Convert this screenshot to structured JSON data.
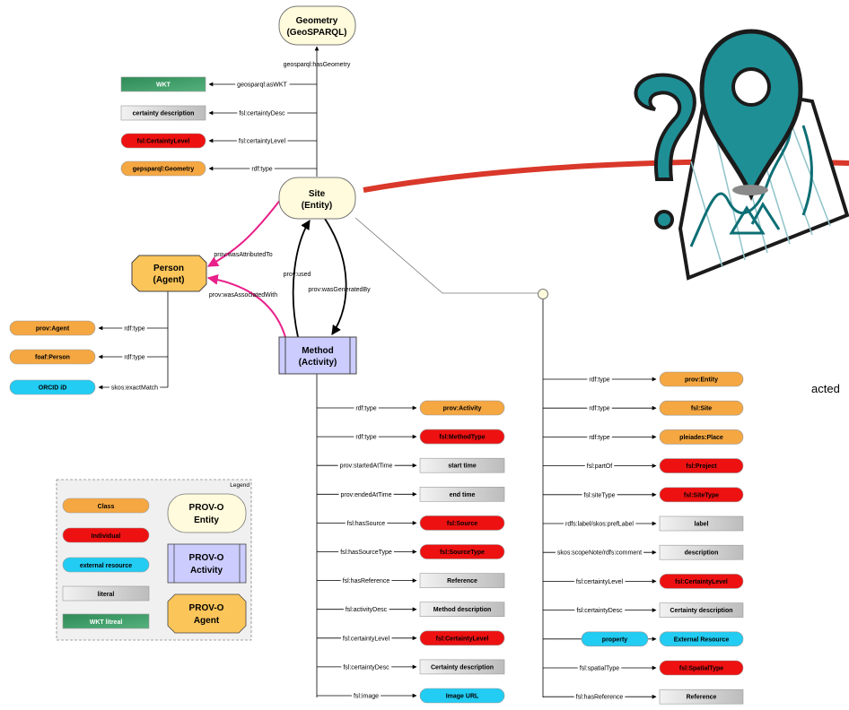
{
  "colors": {
    "class": "#f5a742",
    "individual": "#ee1111",
    "external": "#22ccf2",
    "literal": "#c8c8c8",
    "wkt": "#2e8b57",
    "entity": "#fffbdc",
    "activity": "#ccccff",
    "agent": "#fbc55a",
    "relation_pink": "#e8208a",
    "red_line": "#d9382a",
    "pin_teal": "#1f8f96"
  },
  "nodes": {
    "geometry": {
      "line1": "Geometry",
      "line2": "(GeoSPARQL)"
    },
    "site": {
      "line1": "Site",
      "line2": "(Entity)"
    },
    "person": {
      "line1": "Person",
      "line2": "(Agent)"
    },
    "method": {
      "line1": "Method",
      "line2": "(Activity)"
    }
  },
  "edges": {
    "has_geometry": "geosparql:hasGeometry",
    "as_wkt": "geosparql:asWKT",
    "certainty_desc": "fsl:certaintyDesc",
    "certainty_level": "fsl:certaintyLevel",
    "rdf_type": "rdf:type",
    "was_attributed_to": "prov:wasAttributedTo",
    "was_associated_with": "prov:wasAssociatedWith",
    "used": "prov:used",
    "was_generated_by": "prov:wasGeneratedBy",
    "exact_match": "skos:exactMatch"
  },
  "geometry_props": [
    {
      "prop": "geosparql:asWKT",
      "value": "WKT",
      "kind": "wkt"
    },
    {
      "prop": "fsl:certaintyDesc",
      "value": "certainty description",
      "kind": "literal"
    },
    {
      "prop": "fsl:certaintyLevel",
      "value": "fsl:CertaintyLevel",
      "kind": "individual"
    },
    {
      "prop": "rdf:type",
      "value": "gepsparql:Geometry",
      "kind": "class"
    }
  ],
  "person_props": [
    {
      "prop": "rdf:type",
      "value": "prov:Agent",
      "kind": "class"
    },
    {
      "prop": "rdf:type",
      "value": "foaf:Person",
      "kind": "class"
    },
    {
      "prop": "skos:exactMatch",
      "value": "ORCID iD",
      "kind": "external"
    }
  ],
  "method_props": [
    {
      "prop": "rdf:type",
      "value": "prov:Activity",
      "kind": "class"
    },
    {
      "prop": "rdf:type",
      "value": "fsl:MethodType",
      "kind": "individual"
    },
    {
      "prop": "prov:startedAtTime",
      "value": "start time",
      "kind": "literal"
    },
    {
      "prop": "prov:endedAtTime",
      "value": "end time",
      "kind": "literal"
    },
    {
      "prop": "fsl:hasSource",
      "value": "fsl:Source",
      "kind": "individual"
    },
    {
      "prop": "fsl:hasSourceType",
      "value": "fsl:SourceType",
      "kind": "individual"
    },
    {
      "prop": "fsl:hasReference",
      "value": "Reference",
      "kind": "literal"
    },
    {
      "prop": "fsl:activityDesc",
      "value": "Method description",
      "kind": "literal"
    },
    {
      "prop": "fsl:certaintyLevel",
      "value": "fsl:CertaintyLevel",
      "kind": "individual"
    },
    {
      "prop": "fsl:certaintyDesc",
      "value": "Certainty description",
      "kind": "literal"
    },
    {
      "prop": "fsl:image",
      "value": "Image URL",
      "kind": "external"
    }
  ],
  "site_props": [
    {
      "prop": "rdf:type",
      "value": "prov:Entity",
      "kind": "class"
    },
    {
      "prop": "rdf:type",
      "value": "fsl:Site",
      "kind": "class"
    },
    {
      "prop": "rdf:type",
      "value": "pleiades:Place",
      "kind": "class"
    },
    {
      "prop": "fsl:partOf",
      "value": "fsl:Project",
      "kind": "individual"
    },
    {
      "prop": "fsl:siteType",
      "value": "fsl:SiteType",
      "kind": "individual"
    },
    {
      "prop": "rdfs:label/skos:prefLabel",
      "value": "label",
      "kind": "literal"
    },
    {
      "prop": "skos:scopeNote/rdfs:comment",
      "value": "description",
      "kind": "literal"
    },
    {
      "prop": "fsl:certaintyLevel",
      "value": "fsl:CertaintyLevel",
      "kind": "individual"
    },
    {
      "prop": "fsl:certaintyDesc",
      "value": "Certainty description",
      "kind": "literal"
    },
    {
      "prop": "property",
      "value": "External Resource",
      "kind": "external"
    },
    {
      "prop": "fsl:spatialType",
      "value": "fsl:SpatialType",
      "kind": "individual"
    },
    {
      "prop": "fsl:hasReference",
      "value": "Reference",
      "kind": "literal"
    }
  ],
  "legend": {
    "title": "Legend",
    "class": "Class",
    "individual": "Individual",
    "external": "external resource",
    "literal": "literal",
    "wkt": "WKT litreal",
    "entity_1": "PROV-O",
    "entity_2": "Entity",
    "activity_1": "PROV-O",
    "activity_2": "Activity",
    "agent_1": "PROV-O",
    "agent_2": "Agent"
  },
  "clipped_text": "acted"
}
